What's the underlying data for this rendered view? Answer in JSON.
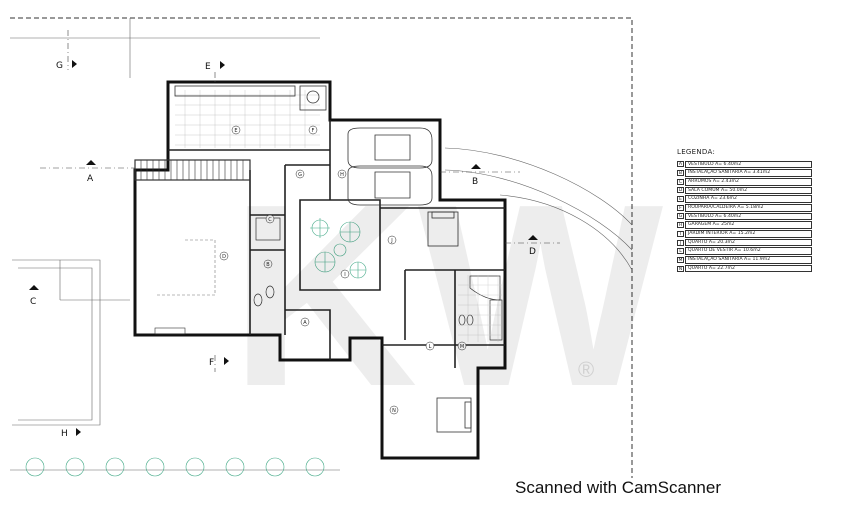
{
  "legend": {
    "title": "LEGENDA:",
    "items": [
      {
        "key": "A",
        "text": "VESTÍBULO A= 6.40m2"
      },
      {
        "key": "B",
        "text": "INSTALAÇÃO SANITÁRIA A= 3.41m2"
      },
      {
        "key": "C",
        "text": "ARRUMOS A= 2.43m2"
      },
      {
        "key": "D",
        "text": "SALA COMUM A= 50.0m2"
      },
      {
        "key": "E",
        "text": "COZINHA A= 23.6m2"
      },
      {
        "key": "F",
        "text": "ROUPARIA/CALDEIRA A= 5.18m2"
      },
      {
        "key": "G",
        "text": "VESTÍBULO A= 6.40m2"
      },
      {
        "key": "H",
        "text": "GARAGEM A= 25m2"
      },
      {
        "key": "I",
        "text": "JARDIM INTERIOR A= 15.2m2"
      },
      {
        "key": "J",
        "text": "QUARTO A= 20.3m2"
      },
      {
        "key": "L",
        "text": "QUARTO DE VESTIR A= 10.6m2"
      },
      {
        "key": "M",
        "text": "INSTALAÇÃO SANITÁRIA A= 11.9m2"
      },
      {
        "key": "N",
        "text": "QUARTO A= 22.7m2"
      }
    ]
  },
  "sections": {
    "a": "A",
    "b": "B",
    "c": "C",
    "d": "D",
    "e": "E",
    "f": "F",
    "g": "G",
    "h": "H"
  },
  "room_tags": {
    "a": "A",
    "b": "B",
    "c": "C",
    "d": "D",
    "e": "E",
    "f": "F",
    "g": "G",
    "h": "H",
    "i": "I",
    "j": "J",
    "l": "L",
    "m": "M",
    "n": "N"
  },
  "watermark": {
    "text": "KW",
    "symbol": "®"
  },
  "footer": {
    "scanner": "Scanned with CamScanner"
  }
}
